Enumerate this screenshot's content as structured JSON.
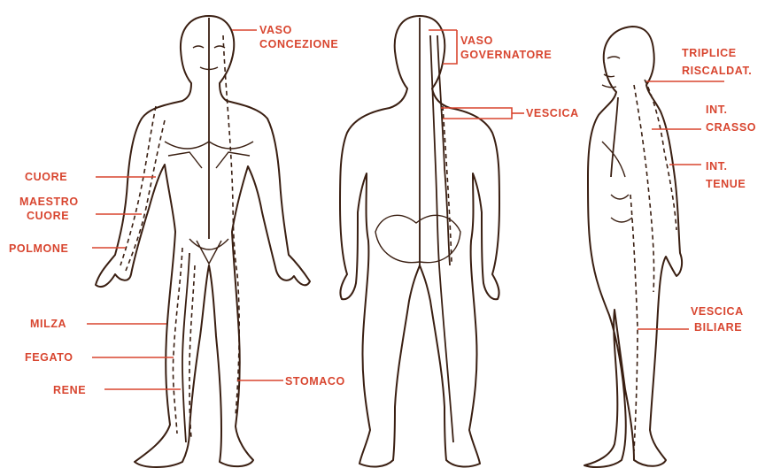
{
  "labels": {
    "vaso_concezione_1": "VASO",
    "vaso_concezione_2": "CONCEZIONE",
    "vaso_governatore_1": "VASO",
    "vaso_governatore_2": "GOVERNATORE",
    "vescica": "VESCICA",
    "triplice_1": "TRIPLICE",
    "triplice_2": "RISCALDAT.",
    "int_crasso_1": "INT.",
    "int_crasso_2": "CRASSO",
    "int_tenue_1": "INT.",
    "int_tenue_2": "TENUE",
    "cuore": "CUORE",
    "maestro_cuore_1": "MAESTRO",
    "maestro_cuore_2": "CUORE",
    "polmone": "POLMONE",
    "milza": "MILZA",
    "fegato": "FEGATO",
    "rene": "RENE",
    "stomaco": "STOMACO",
    "vescica_biliare_1": "VESCICA",
    "vescica_biliare_2": "BILIARE"
  },
  "colors": {
    "label": "#d8452f",
    "outline": "#3a1f12",
    "background": "#ffffff"
  }
}
